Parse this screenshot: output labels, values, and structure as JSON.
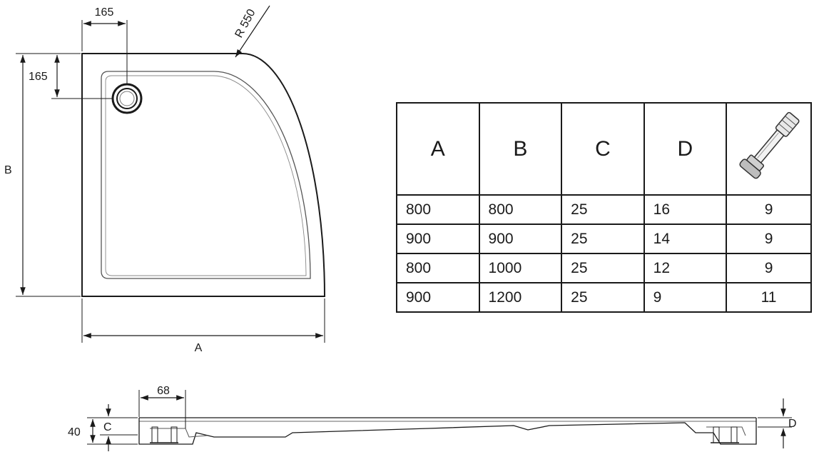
{
  "plan_view": {
    "dim_top_offset": "165",
    "dim_left_offset": "165",
    "radius_label": "R 550",
    "height_label": "B",
    "width_label": "A"
  },
  "spec_table": {
    "headers": [
      "A",
      "B",
      "C",
      "D"
    ],
    "leg_icon": "adjustable-leg-icon",
    "rows": [
      [
        "800",
        "800",
        "25",
        "16",
        "9"
      ],
      [
        "900",
        "900",
        "25",
        "14",
        "9"
      ],
      [
        "800",
        "1000",
        "25",
        "12",
        "9"
      ],
      [
        "900",
        "1200",
        "25",
        "9",
        "11"
      ]
    ]
  },
  "section_view": {
    "dim_width": "68",
    "dim_height": "40",
    "label_c": "C",
    "label_d": "D"
  }
}
